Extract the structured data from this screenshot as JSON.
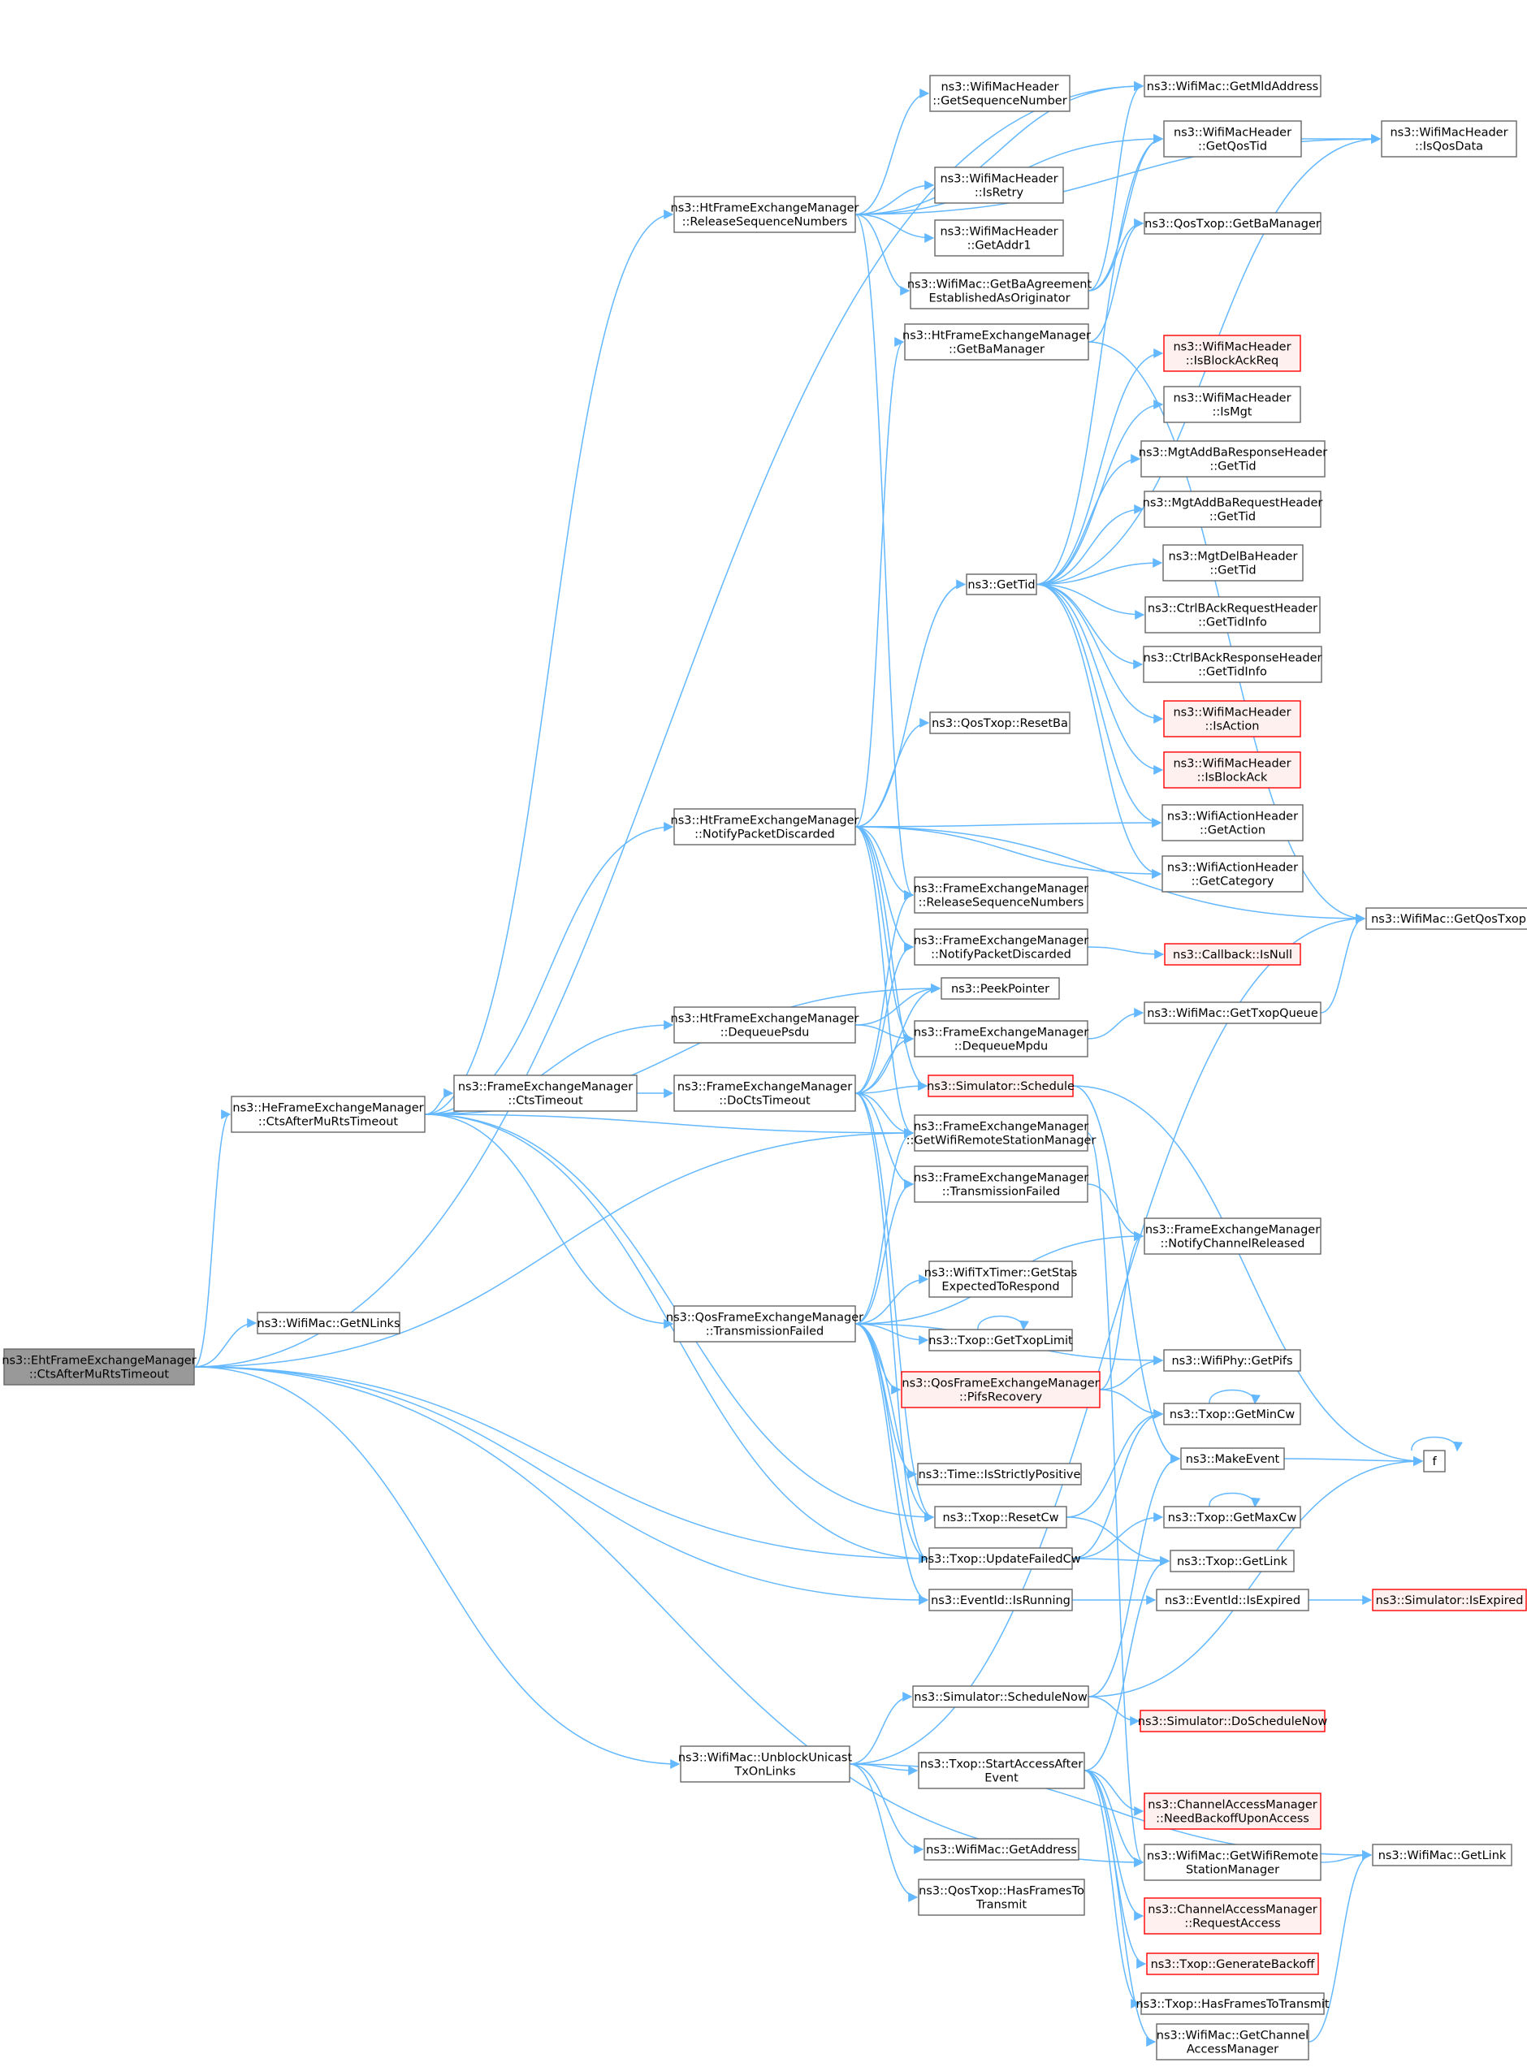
{
  "colors": {
    "edge": "#63b8ff",
    "root_fill": "#999999",
    "node_border": "#666666",
    "red_border": "#ff0000",
    "red_fill": "#fff0f0"
  },
  "nodes": [
    {
      "id": "n0",
      "lines": [
        "ns3::EhtFrameExchangeManager",
        "::CtsAfterMuRtsTimeout"
      ],
      "style": "root"
    },
    {
      "id": "n1",
      "lines": [
        "ns3::HeFrameExchangeManager",
        "::CtsAfterMuRtsTimeout"
      ],
      "style": "normal"
    },
    {
      "id": "n2",
      "lines": [
        "ns3::WifiMac::GetNLinks"
      ],
      "style": "normal"
    },
    {
      "id": "n3",
      "lines": [
        "ns3::HtFrameExchangeManager",
        "::ReleaseSequenceNumbers"
      ],
      "style": "normal"
    },
    {
      "id": "n4",
      "lines": [
        "ns3::HtFrameExchangeManager",
        "::NotifyPacketDiscarded"
      ],
      "style": "normal"
    },
    {
      "id": "n5",
      "lines": [
        "ns3::HtFrameExchangeManager",
        "::DequeuePsdu"
      ],
      "style": "normal"
    },
    {
      "id": "n6",
      "lines": [
        "ns3::FrameExchangeManager",
        "::CtsTimeout"
      ],
      "style": "normal"
    },
    {
      "id": "n7",
      "lines": [
        "ns3::FrameExchangeManager",
        "::DoCtsTimeout"
      ],
      "style": "normal"
    },
    {
      "id": "n8",
      "lines": [
        "ns3::QosFrameExchangeManager",
        "::TransmissionFailed"
      ],
      "style": "normal"
    },
    {
      "id": "n9",
      "lines": [
        "ns3::WifiMac::UnblockUnicast",
        "TxOnLinks"
      ],
      "style": "normal"
    },
    {
      "id": "n10",
      "lines": [
        "ns3::WifiMacHeader",
        "::GetSequenceNumber"
      ],
      "style": "normal"
    },
    {
      "id": "n11",
      "lines": [
        "ns3::WifiMacHeader",
        "::IsRetry"
      ],
      "style": "normal"
    },
    {
      "id": "n12",
      "lines": [
        "ns3::WifiMacHeader",
        "::GetAddr1"
      ],
      "style": "normal"
    },
    {
      "id": "n13",
      "lines": [
        "ns3::WifiMac::GetBaAgreement",
        "EstablishedAsOriginator"
      ],
      "style": "normal"
    },
    {
      "id": "n14",
      "lines": [
        "ns3::HtFrameExchangeManager",
        "::GetBaManager"
      ],
      "style": "normal"
    },
    {
      "id": "n15",
      "lines": [
        "ns3::GetTid"
      ],
      "style": "normal"
    },
    {
      "id": "n16",
      "lines": [
        "ns3::QosTxop::ResetBa"
      ],
      "style": "normal"
    },
    {
      "id": "n17",
      "lines": [
        "ns3::FrameExchangeManager",
        "::ReleaseSequenceNumbers"
      ],
      "style": "normal"
    },
    {
      "id": "n18",
      "lines": [
        "ns3::FrameExchangeManager",
        "::NotifyPacketDiscarded"
      ],
      "style": "normal"
    },
    {
      "id": "n19",
      "lines": [
        "ns3::PeekPointer"
      ],
      "style": "normal"
    },
    {
      "id": "n20",
      "lines": [
        "ns3::FrameExchangeManager",
        "::DequeueMpdu"
      ],
      "style": "normal"
    },
    {
      "id": "n21",
      "lines": [
        "ns3::Simulator::Schedule"
      ],
      "style": "red"
    },
    {
      "id": "n22",
      "lines": [
        "ns3::FrameExchangeManager",
        "::GetWifiRemoteStationManager"
      ],
      "style": "normal"
    },
    {
      "id": "n23",
      "lines": [
        "ns3::FrameExchangeManager",
        "::TransmissionFailed"
      ],
      "style": "normal"
    },
    {
      "id": "n24",
      "lines": [
        "ns3::WifiTxTimer::GetStas",
        "ExpectedToRespond"
      ],
      "style": "normal"
    },
    {
      "id": "n25",
      "lines": [
        "ns3::Txop::GetTxopLimit"
      ],
      "style": "normal"
    },
    {
      "id": "n26",
      "lines": [
        "ns3::QosFrameExchangeManager",
        "::PifsRecovery"
      ],
      "style": "red"
    },
    {
      "id": "n27",
      "lines": [
        "ns3::Time::IsStrictlyPositive"
      ],
      "style": "normal"
    },
    {
      "id": "n28",
      "lines": [
        "ns3::Txop::ResetCw"
      ],
      "style": "normal"
    },
    {
      "id": "n29",
      "lines": [
        "ns3::Txop::UpdateFailedCw"
      ],
      "style": "normal"
    },
    {
      "id": "n30",
      "lines": [
        "ns3::EventId::IsRunning"
      ],
      "style": "normal"
    },
    {
      "id": "n31",
      "lines": [
        "ns3::Simulator::ScheduleNow"
      ],
      "style": "normal"
    },
    {
      "id": "n32",
      "lines": [
        "ns3::Txop::StartAccessAfter",
        "Event"
      ],
      "style": "normal"
    },
    {
      "id": "n33",
      "lines": [
        "ns3::WifiMac::GetAddress"
      ],
      "style": "normal"
    },
    {
      "id": "n34",
      "lines": [
        "ns3::QosTxop::HasFramesTo",
        "Transmit"
      ],
      "style": "normal"
    },
    {
      "id": "n35",
      "lines": [
        "ns3::WifiMac::GetMldAddress"
      ],
      "style": "normal"
    },
    {
      "id": "n36",
      "lines": [
        "ns3::WifiMacHeader",
        "::GetQosTid"
      ],
      "style": "normal"
    },
    {
      "id": "n37",
      "lines": [
        "ns3::QosTxop::GetBaManager"
      ],
      "style": "normal"
    },
    {
      "id": "n38",
      "lines": [
        "ns3::WifiMacHeader",
        "::IsBlockAckReq"
      ],
      "style": "red"
    },
    {
      "id": "n39",
      "lines": [
        "ns3::WifiMacHeader",
        "::IsMgt"
      ],
      "style": "normal"
    },
    {
      "id": "n40",
      "lines": [
        "ns3::MgtAddBaResponseHeader",
        "::GetTid"
      ],
      "style": "normal"
    },
    {
      "id": "n41",
      "lines": [
        "ns3::MgtAddBaRequestHeader",
        "::GetTid"
      ],
      "style": "normal"
    },
    {
      "id": "n42",
      "lines": [
        "ns3::MgtDelBaHeader",
        "::GetTid"
      ],
      "style": "normal"
    },
    {
      "id": "n43",
      "lines": [
        "ns3::CtrlBAckRequestHeader",
        "::GetTidInfo"
      ],
      "style": "normal"
    },
    {
      "id": "n44",
      "lines": [
        "ns3::CtrlBAckResponseHeader",
        "::GetTidInfo"
      ],
      "style": "normal"
    },
    {
      "id": "n45",
      "lines": [
        "ns3::WifiMacHeader",
        "::IsAction"
      ],
      "style": "red"
    },
    {
      "id": "n46",
      "lines": [
        "ns3::WifiMacHeader",
        "::IsBlockAck"
      ],
      "style": "red"
    },
    {
      "id": "n47",
      "lines": [
        "ns3::WifiActionHeader",
        "::GetAction"
      ],
      "style": "normal"
    },
    {
      "id": "n48",
      "lines": [
        "ns3::WifiActionHeader",
        "::GetCategory"
      ],
      "style": "normal"
    },
    {
      "id": "n49",
      "lines": [
        "ns3::Callback::IsNull"
      ],
      "style": "red"
    },
    {
      "id": "n50",
      "lines": [
        "ns3::WifiMac::GetTxopQueue"
      ],
      "style": "normal"
    },
    {
      "id": "n51",
      "lines": [
        "ns3::FrameExchangeManager",
        "::NotifyChannelReleased"
      ],
      "style": "normal"
    },
    {
      "id": "n52",
      "lines": [
        "ns3::WifiPhy::GetPifs"
      ],
      "style": "normal"
    },
    {
      "id": "n53",
      "lines": [
        "ns3::Txop::GetMinCw"
      ],
      "style": "normal"
    },
    {
      "id": "n54",
      "lines": [
        "ns3::MakeEvent"
      ],
      "style": "normal"
    },
    {
      "id": "n55",
      "lines": [
        "ns3::Txop::GetMaxCw"
      ],
      "style": "normal"
    },
    {
      "id": "n56",
      "lines": [
        "ns3::Txop::GetLink"
      ],
      "style": "normal"
    },
    {
      "id": "n57",
      "lines": [
        "ns3::EventId::IsExpired"
      ],
      "style": "normal"
    },
    {
      "id": "n58",
      "lines": [
        "ns3::Simulator::DoScheduleNow"
      ],
      "style": "red"
    },
    {
      "id": "n59",
      "lines": [
        "ns3::ChannelAccessManager",
        "::NeedBackoffUponAccess"
      ],
      "style": "red"
    },
    {
      "id": "n60",
      "lines": [
        "ns3::WifiMac::GetWifiRemote",
        "StationManager"
      ],
      "style": "normal"
    },
    {
      "id": "n61",
      "lines": [
        "ns3::ChannelAccessManager",
        "::RequestAccess"
      ],
      "style": "red"
    },
    {
      "id": "n62",
      "lines": [
        "ns3::Txop::GenerateBackoff"
      ],
      "style": "red"
    },
    {
      "id": "n63",
      "lines": [
        "ns3::Txop::HasFramesToTransmit"
      ],
      "style": "normal"
    },
    {
      "id": "n64",
      "lines": [
        "ns3::WifiMac::GetChannel",
        "AccessManager"
      ],
      "style": "normal"
    },
    {
      "id": "n65",
      "lines": [
        "ns3::WifiMacHeader",
        "::IsQosData"
      ],
      "style": "normal"
    },
    {
      "id": "n66",
      "lines": [
        "ns3::WifiMac::GetQosTxop"
      ],
      "style": "normal"
    },
    {
      "id": "n67",
      "lines": [
        "f"
      ],
      "style": "normal"
    },
    {
      "id": "n68",
      "lines": [
        "ns3::Simulator::IsExpired"
      ],
      "style": "red"
    },
    {
      "id": "n69",
      "lines": [
        "ns3::WifiMac::GetLink"
      ],
      "style": "normal"
    }
  ],
  "edges": [
    [
      "n0",
      "n1"
    ],
    [
      "n0",
      "n2"
    ],
    [
      "n0",
      "n35"
    ],
    [
      "n0",
      "n22"
    ],
    [
      "n0",
      "n29"
    ],
    [
      "n0",
      "n30"
    ],
    [
      "n0",
      "n9"
    ],
    [
      "n0",
      "n60"
    ],
    [
      "n1",
      "n3"
    ],
    [
      "n1",
      "n4"
    ],
    [
      "n1",
      "n5"
    ],
    [
      "n1",
      "n6"
    ],
    [
      "n1",
      "n19"
    ],
    [
      "n1",
      "n22"
    ],
    [
      "n1",
      "n8"
    ],
    [
      "n1",
      "n28"
    ],
    [
      "n1",
      "n29"
    ],
    [
      "n3",
      "n35"
    ],
    [
      "n3",
      "n10"
    ],
    [
      "n3",
      "n36"
    ],
    [
      "n3",
      "n11"
    ],
    [
      "n3",
      "n12"
    ],
    [
      "n3",
      "n13"
    ],
    [
      "n3",
      "n65"
    ],
    [
      "n3",
      "n17"
    ],
    [
      "n4",
      "n14"
    ],
    [
      "n4",
      "n15"
    ],
    [
      "n4",
      "n16"
    ],
    [
      "n4",
      "n47"
    ],
    [
      "n4",
      "n48"
    ],
    [
      "n4",
      "n66"
    ],
    [
      "n4",
      "n17"
    ],
    [
      "n4",
      "n18"
    ],
    [
      "n4",
      "n20"
    ],
    [
      "n4",
      "n21"
    ],
    [
      "n4",
      "n22"
    ],
    [
      "n5",
      "n19"
    ],
    [
      "n5",
      "n20"
    ],
    [
      "n6",
      "n7"
    ],
    [
      "n7",
      "n17"
    ],
    [
      "n7",
      "n18"
    ],
    [
      "n7",
      "n19"
    ],
    [
      "n7",
      "n20"
    ],
    [
      "n7",
      "n21"
    ],
    [
      "n7",
      "n22"
    ],
    [
      "n7",
      "n23"
    ],
    [
      "n7",
      "n28"
    ],
    [
      "n7",
      "n29"
    ],
    [
      "n8",
      "n22"
    ],
    [
      "n8",
      "n23"
    ],
    [
      "n8",
      "n51"
    ],
    [
      "n8",
      "n24"
    ],
    [
      "n8",
      "n25"
    ],
    [
      "n8",
      "n26"
    ],
    [
      "n8",
      "n52"
    ],
    [
      "n8",
      "n27"
    ],
    [
      "n8",
      "n28"
    ],
    [
      "n8",
      "n29"
    ],
    [
      "n8",
      "n30"
    ],
    [
      "n9",
      "n31"
    ],
    [
      "n9",
      "n32"
    ],
    [
      "n9",
      "n33"
    ],
    [
      "n9",
      "n34"
    ],
    [
      "n9",
      "n66"
    ],
    [
      "n9",
      "n69"
    ],
    [
      "n13",
      "n35"
    ],
    [
      "n13",
      "n36"
    ],
    [
      "n13",
      "n37"
    ],
    [
      "n14",
      "n37"
    ],
    [
      "n14",
      "n66"
    ],
    [
      "n15",
      "n65"
    ],
    [
      "n15",
      "n36"
    ],
    [
      "n15",
      "n38"
    ],
    [
      "n15",
      "n39"
    ],
    [
      "n15",
      "n40"
    ],
    [
      "n15",
      "n41"
    ],
    [
      "n15",
      "n42"
    ],
    [
      "n15",
      "n43"
    ],
    [
      "n15",
      "n44"
    ],
    [
      "n15",
      "n45"
    ],
    [
      "n15",
      "n46"
    ],
    [
      "n15",
      "n47"
    ],
    [
      "n15",
      "n48"
    ],
    [
      "n36",
      "n65"
    ],
    [
      "n18",
      "n49"
    ],
    [
      "n20",
      "n50"
    ],
    [
      "n50",
      "n66"
    ],
    [
      "n21",
      "n54"
    ],
    [
      "n21",
      "n67"
    ],
    [
      "n22",
      "n60"
    ],
    [
      "n23",
      "n51"
    ],
    [
      "n25",
      "n25"
    ],
    [
      "n26",
      "n51"
    ],
    [
      "n26",
      "n52"
    ],
    [
      "n26",
      "n53"
    ],
    [
      "n28",
      "n53"
    ],
    [
      "n28",
      "n56"
    ],
    [
      "n29",
      "n53"
    ],
    [
      "n29",
      "n55"
    ],
    [
      "n29",
      "n56"
    ],
    [
      "n53",
      "n53"
    ],
    [
      "n55",
      "n55"
    ],
    [
      "n54",
      "n67"
    ],
    [
      "n67",
      "n67"
    ],
    [
      "n30",
      "n57"
    ],
    [
      "n57",
      "n68"
    ],
    [
      "n31",
      "n54"
    ],
    [
      "n31",
      "n58"
    ],
    [
      "n31",
      "n67"
    ],
    [
      "n32",
      "n59"
    ],
    [
      "n32",
      "n56"
    ],
    [
      "n32",
      "n60"
    ],
    [
      "n32",
      "n61"
    ],
    [
      "n32",
      "n62"
    ],
    [
      "n32",
      "n63"
    ],
    [
      "n32",
      "n64"
    ],
    [
      "n60",
      "n69"
    ],
    [
      "n64",
      "n69"
    ]
  ]
}
